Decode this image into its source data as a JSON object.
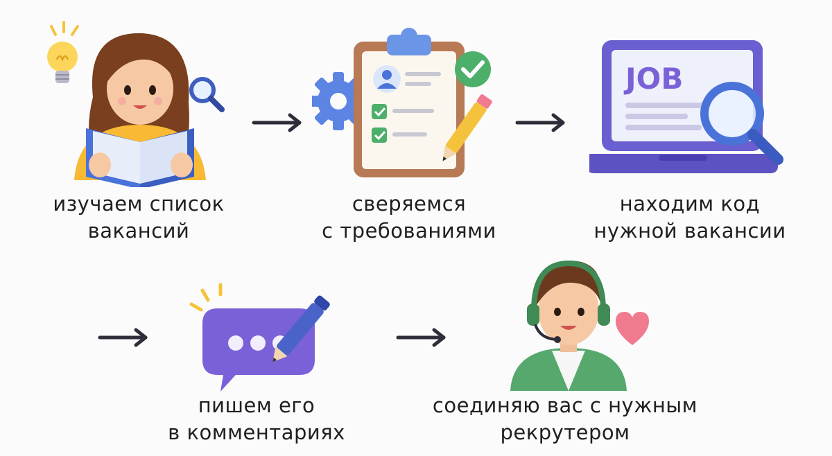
{
  "steps": [
    {
      "line1": "изучаем список",
      "line2": "вакансий",
      "icon": "girl-reading-icon"
    },
    {
      "line1": "сверяемся",
      "line2": "с требованиями",
      "icon": "clipboard-checklist-icon"
    },
    {
      "line1": "находим код",
      "line2": "нужной вакансии",
      "icon": "laptop-job-search-icon"
    },
    {
      "line1": "пишем его",
      "line2": "в комментариях",
      "icon": "chat-bubble-pencil-icon"
    },
    {
      "line1": "соединяю вас с нужным",
      "line2": "рекрутером",
      "icon": "recruiter-headset-icon"
    }
  ],
  "laptop_screen_text": "JOB",
  "colors": {
    "text": "#1f1f1f",
    "arrow": "#2e2e3a",
    "blue": "#4a73d9",
    "purple": "#7b61d8",
    "green": "#4caf6a",
    "yellow": "#f5c33b",
    "pink": "#f07a8f"
  }
}
